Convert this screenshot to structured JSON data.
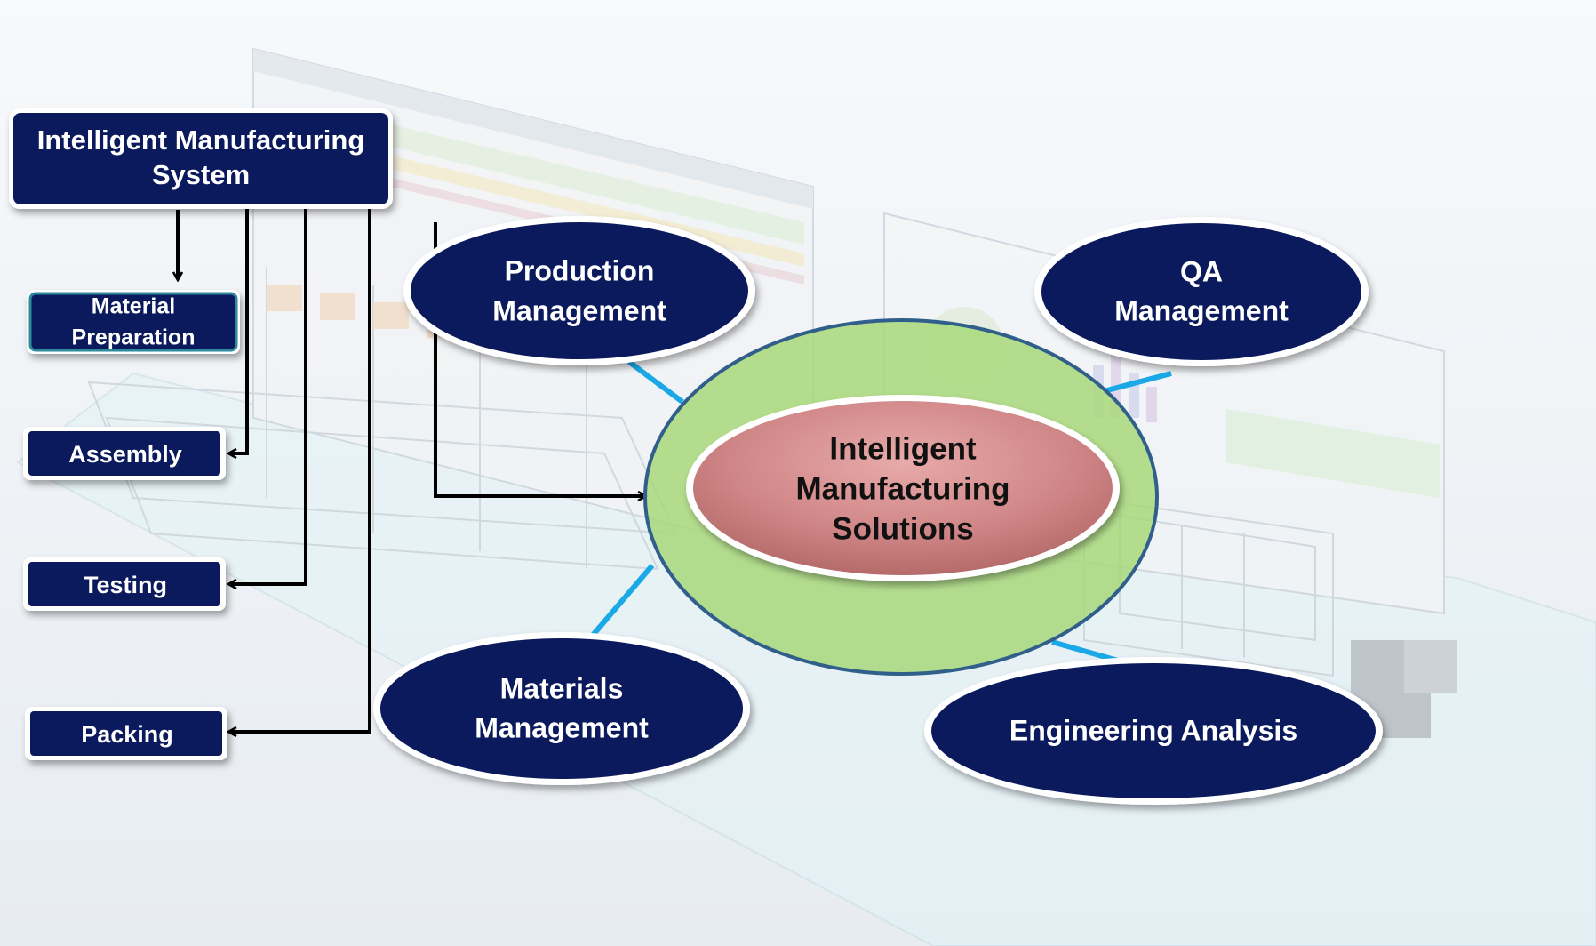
{
  "system_box": {
    "line1": "Intelligent Manufacturing",
    "line2": "System"
  },
  "process_steps": [
    {
      "id": "material-preparation",
      "line1": "Material",
      "line2": "Preparation"
    },
    {
      "id": "assembly",
      "line1": "Assembly"
    },
    {
      "id": "testing",
      "line1": "Testing"
    },
    {
      "id": "packing",
      "line1": "Packing"
    }
  ],
  "center": {
    "line1": "Intelligent",
    "line2": "Manufacturing",
    "line3": "Solutions"
  },
  "modules": [
    {
      "id": "production-management",
      "line1": "Production",
      "line2": "Management"
    },
    {
      "id": "qa-management",
      "line1": "QA",
      "line2": "Management"
    },
    {
      "id": "materials-management",
      "line1": "Materials",
      "line2": "Management"
    },
    {
      "id": "engineering-analysis",
      "line1": "Engineering Analysis"
    }
  ],
  "colors": {
    "navy": "#0b1a5c",
    "connector_blue": "#1aa9e6",
    "ring_green": "#a8d87a",
    "ring_border": "#2f5f8a",
    "center_pink": "#cf8585",
    "arrow_black": "#000000"
  }
}
